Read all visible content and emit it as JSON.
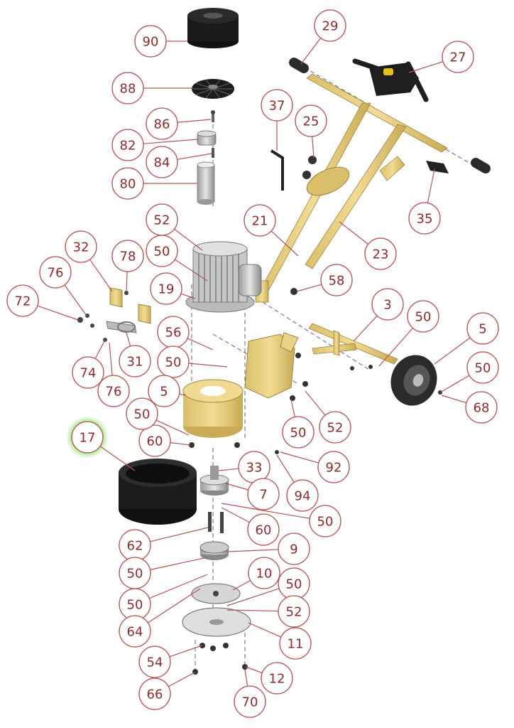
{
  "title": "",
  "highlight_color": "#8ee26a",
  "callout_color": "#b25454",
  "part_color": "#e8d38a",
  "callouts": [
    {
      "id": "90",
      "label": "90"
    },
    {
      "id": "88",
      "label": "88"
    },
    {
      "id": "86",
      "label": "86"
    },
    {
      "id": "82",
      "label": "82"
    },
    {
      "id": "84",
      "label": "84"
    },
    {
      "id": "80",
      "label": "80"
    },
    {
      "id": "29",
      "label": "29"
    },
    {
      "id": "27",
      "label": "27"
    },
    {
      "id": "37",
      "label": "37"
    },
    {
      "id": "25",
      "label": "25"
    },
    {
      "id": "35",
      "label": "35"
    },
    {
      "id": "52a",
      "label": "52"
    },
    {
      "id": "21",
      "label": "21"
    },
    {
      "id": "23",
      "label": "23"
    },
    {
      "id": "50a",
      "label": "50"
    },
    {
      "id": "32",
      "label": "32"
    },
    {
      "id": "78",
      "label": "78"
    },
    {
      "id": "76a",
      "label": "76"
    },
    {
      "id": "19",
      "label": "19"
    },
    {
      "id": "58",
      "label": "58"
    },
    {
      "id": "72",
      "label": "72"
    },
    {
      "id": "3",
      "label": "3"
    },
    {
      "id": "56",
      "label": "56"
    },
    {
      "id": "50b",
      "label": "50"
    },
    {
      "id": "5a",
      "label": "5"
    },
    {
      "id": "74",
      "label": "74"
    },
    {
      "id": "31",
      "label": "31"
    },
    {
      "id": "50c",
      "label": "50"
    },
    {
      "id": "50d",
      "label": "50"
    },
    {
      "id": "76b",
      "label": "76"
    },
    {
      "id": "5b",
      "label": "5"
    },
    {
      "id": "68",
      "label": "68"
    },
    {
      "id": "50e",
      "label": "50"
    },
    {
      "id": "52b",
      "label": "52"
    },
    {
      "id": "17",
      "label": "17",
      "highlighted": true
    },
    {
      "id": "60a",
      "label": "60"
    },
    {
      "id": "50f",
      "label": "50"
    },
    {
      "id": "92",
      "label": "92"
    },
    {
      "id": "33",
      "label": "33"
    },
    {
      "id": "7",
      "label": "7"
    },
    {
      "id": "94",
      "label": "94"
    },
    {
      "id": "50g",
      "label": "50"
    },
    {
      "id": "60b",
      "label": "60"
    },
    {
      "id": "62",
      "label": "62"
    },
    {
      "id": "9",
      "label": "9"
    },
    {
      "id": "50h",
      "label": "50"
    },
    {
      "id": "10",
      "label": "10"
    },
    {
      "id": "50i",
      "label": "50"
    },
    {
      "id": "50j",
      "label": "50"
    },
    {
      "id": "52c",
      "label": "52"
    },
    {
      "id": "64",
      "label": "64"
    },
    {
      "id": "11",
      "label": "11"
    },
    {
      "id": "54",
      "label": "54"
    },
    {
      "id": "12",
      "label": "12"
    },
    {
      "id": "66",
      "label": "66"
    },
    {
      "id": "70",
      "label": "70"
    }
  ]
}
